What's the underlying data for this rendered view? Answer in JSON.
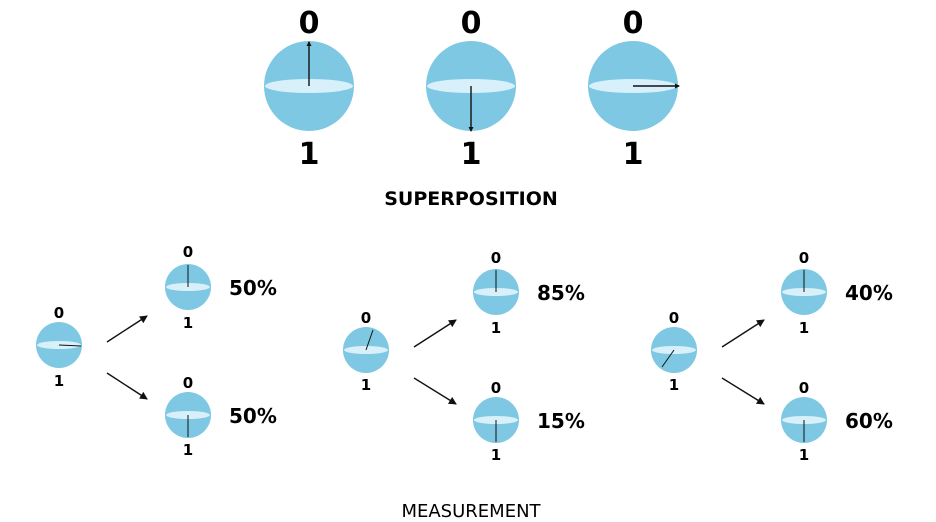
{
  "colors": {
    "sphere": "#7ec8e3",
    "equator": "#d7f0fa",
    "arrow": "#111111"
  },
  "superposition": {
    "title": "SUPERPOSITION",
    "spheres": [
      {
        "top_label": "0",
        "bottom_label": "1",
        "state": "up"
      },
      {
        "top_label": "0",
        "bottom_label": "1",
        "state": "down"
      },
      {
        "top_label": "0",
        "bottom_label": "1",
        "state": "right"
      }
    ]
  },
  "measurement": {
    "title": "MEASUREMENT",
    "groups": [
      {
        "source": {
          "top_label": "0",
          "bottom_label": "1"
        },
        "outcome_up": {
          "top_label": "0",
          "bottom_label": "1",
          "percent": "50%"
        },
        "outcome_down": {
          "top_label": "0",
          "bottom_label": "1",
          "percent": "50%"
        }
      },
      {
        "source": {
          "top_label": "0",
          "bottom_label": "1"
        },
        "outcome_up": {
          "top_label": "0",
          "bottom_label": "1",
          "percent": "85%"
        },
        "outcome_down": {
          "top_label": "0",
          "bottom_label": "1",
          "percent": "15%"
        }
      },
      {
        "source": {
          "top_label": "0",
          "bottom_label": "1"
        },
        "outcome_up": {
          "top_label": "0",
          "bottom_label": "1",
          "percent": "40%"
        },
        "outcome_down": {
          "top_label": "0",
          "bottom_label": "1",
          "percent": "60%"
        }
      }
    ]
  }
}
